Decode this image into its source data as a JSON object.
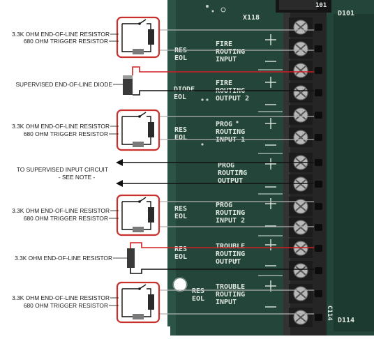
{
  "board": {
    "connector_id": "X118",
    "diode_top": "D101",
    "diode_bottom": "D114",
    "capacitor": "C114",
    "top_fragment": "101"
  },
  "left_labels": {
    "eol_resistor_1": "3.3K OHM END-OF-LINE RESISTOR",
    "trigger_resistor_1": "680 OHM TRIGGER RESISTOR",
    "diode": "SUPERVISED END-OF-LINE DIODE",
    "eol_resistor_2": "3.3K OHM END-OF-LINE RESISTOR",
    "trigger_resistor_2": "680 OHM TRIGGER RESISTOR",
    "supervised_input_1": "TO SUPERVISED INPUT CIRCUIT",
    "supervised_input_2": "- SEE NOTE -",
    "eol_resistor_3": "3.3K OHM END-OF-LINE RESISTOR",
    "trigger_resistor_3": "680 OHM TRIGGER RESISTOR",
    "eol_resistor_4": "3.3K OHM END-OF-LINE RESISTOR",
    "eol_resistor_5": "3.3K OHM END-OF-LINE RESISTOR",
    "trigger_resistor_5": "680 OHM TRIGGER RESISTOR"
  },
  "silk": {
    "res_1": "RES",
    "eol_1": "EOL",
    "fire_in_1": "FIRE",
    "fire_in_2": "ROUTING",
    "fire_in_3": "INPUT",
    "diode_1": "DIODE",
    "diode_eol": "EOL",
    "fire_out_1": "FIRE",
    "fire_out_2": "ROUTING",
    "fire_out_3": "OUTPUT 2",
    "res_2": "RES",
    "eol_2": "EOL",
    "prog_in1_1": "PROG",
    "prog_in1_2": "ROUTING",
    "prog_in1_3": "INPUT 1",
    "prog_out_1": "PROG",
    "prog_out_2": "ROUTING",
    "prog_out_3": "OUTPUT",
    "res_3": "RES",
    "eol_3": "EOL",
    "prog_in2_1": "PROG",
    "prog_in2_2": "ROUTING",
    "prog_in2_3": "INPUT 2",
    "res_4": "RES",
    "eol_4": "EOL",
    "trouble_out_1": "TROUBLE",
    "trouble_out_2": "ROUTING",
    "trouble_out_3": "OUTPUT",
    "res_5": "RES",
    "eol_5": "EOL",
    "trouble_in_1": "TROUBLE",
    "trouble_in_2": "ROUTING",
    "trouble_in_3": "INPUT",
    "plus": "+",
    "minus": "—"
  },
  "colors": {
    "pcb": "#23453a",
    "pcb_dark": "#17322a",
    "terminal_block": "#252525",
    "screw": "#b8b8b8",
    "silkscreen": "#dfe8df",
    "highlight_box": "#c8302c",
    "wire_red": "#d02020",
    "wire_black": "#111111",
    "resistor": "#5a5a5a"
  }
}
